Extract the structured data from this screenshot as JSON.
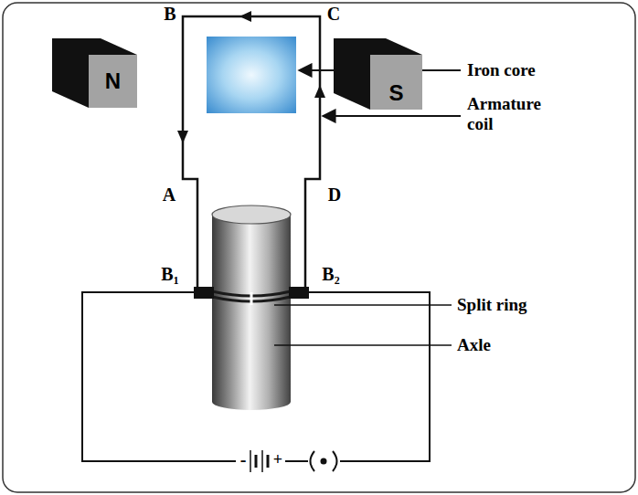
{
  "diagram": {
    "nodes": [
      {
        "text": [
          "N"
        ]
      },
      {
        "text": [
          "S"
        ]
      }
    ],
    "labels": [
      "B",
      "C",
      "Iron core",
      "Armature coil",
      "A",
      "D",
      "B₁",
      "B₂",
      "Split ring",
      "Axle",
      "-",
      "+"
    ]
  }
}
